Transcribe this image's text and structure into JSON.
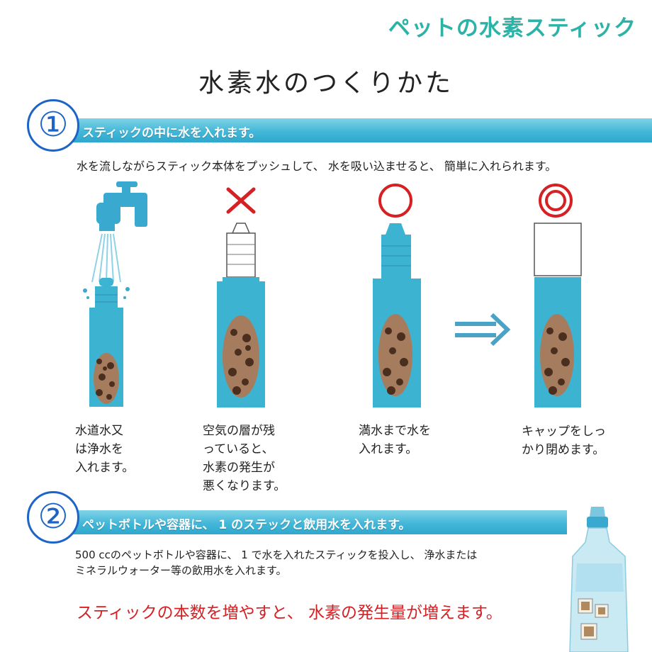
{
  "brand": "ペットの水素スティック",
  "title": "水素水のつくりかた",
  "step1": {
    "number": "①",
    "heading": "スティックの中に水を入れます。",
    "description": "水を流しながらスティック本体をプッシュして、 水を吸い込ませると、 簡単に入れられます。",
    "marks": [
      "×",
      "○",
      "◎"
    ],
    "captions": [
      [
        "水道水又",
        "は浄水を",
        "入れます。"
      ],
      [
        "空気の層が残",
        "っていると、",
        "水素の発生が",
        "悪くなります。"
      ],
      [
        "満水まで水を",
        "入れます。"
      ],
      [
        "キャップをしっ",
        "かり閉めます。"
      ]
    ]
  },
  "step2": {
    "number": "②",
    "heading": "ペットボトルや容器に、 1 のステックと飲用水を入れます。",
    "body_lines": [
      "500 ccのペットボトルや容器に、 1 で水を入れたスティックを投入し、 浄水または",
      "ミネラルウォーター等の飲用水を入れます。"
    ],
    "note": "スティックの本数を増やすと、 水素の発生量が増えます。"
  },
  "colors": {
    "brand": "#2bb3a8",
    "band": "#43b7d8",
    "stick": "#3db3d2",
    "circle_number": "#1d64c8",
    "mark_red": "#d52024",
    "note_red": "#d52024",
    "arrow": "#4aa3c4"
  }
}
